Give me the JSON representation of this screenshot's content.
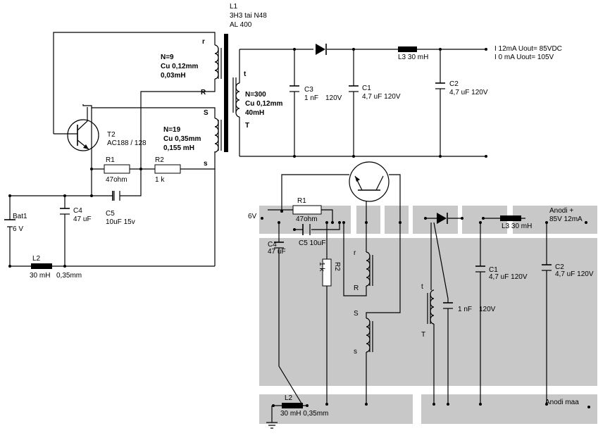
{
  "schematic": {
    "L1": {
      "ref": "L1",
      "core": "3H3 tai N48",
      "al": "AL 400",
      "winding_r": {
        "start": "r",
        "end": "R",
        "turns": "N=9",
        "wire": "Cu  0,12mm",
        "ind": "0,03mH"
      },
      "winding_s": {
        "start": "S",
        "end": "s",
        "turns": "N=19",
        "wire": "Cu  0,35mm",
        "ind": "0,155 mH"
      },
      "winding_t": {
        "start": "t",
        "end": "T",
        "turns": "N=300",
        "wire": "Cu  0,12mm",
        "ind": "40mH"
      }
    },
    "T2": {
      "ref": "T2",
      "type": "AC188 / 128"
    },
    "R1": {
      "ref": "R1",
      "value": "47ohm"
    },
    "R2": {
      "ref": "R2",
      "value": "1 k"
    },
    "C4": {
      "ref": "C4",
      "value": "47 uF"
    },
    "C5": {
      "ref": "C5",
      "value": "10uF 15v"
    },
    "Bat1": {
      "ref": "Bat1",
      "value": "6 V"
    },
    "L2": {
      "ref": "L2",
      "value": "30 mH",
      "wire": "0,35mm"
    },
    "C3": {
      "ref": "C3",
      "value": "1 nF",
      "voltage": "120V"
    },
    "C1": {
      "ref": "C1",
      "value": "4,7 uF 120V"
    },
    "C2": {
      "ref": "C2",
      "value": "4,7 uF 120V"
    },
    "L3": {
      "ref": "L3",
      "value": "L3 30 mH"
    },
    "output": {
      "line1": "I 12mA  Uout=  85VDC",
      "line2": "I  0 mA  Uout= 105V"
    }
  },
  "layout": {
    "v6": "6V",
    "R1": "R1",
    "R1_val": "47ohm",
    "C5": "C5 10uF",
    "C4": "C4",
    "C4_val": "47 uF",
    "R2_val": "1 k",
    "R2": "R2",
    "r": "r",
    "R": "R",
    "S": "S",
    "s": "s",
    "t": "t",
    "T": "T",
    "C3_val": "1 nF",
    "C3_volt": "120V",
    "C1": "C1",
    "C1_val": "4,7 uF 120V",
    "C2": "C2",
    "C2_val": "4,7 uF 120V",
    "L3": "L3 30 mH",
    "anode_plus": "Anodi +",
    "anode_plus_val": "85V 12mA",
    "anode_gnd": "Anodi  maa",
    "L2": "L2",
    "L2_val": "30 mH  0,35mm"
  }
}
